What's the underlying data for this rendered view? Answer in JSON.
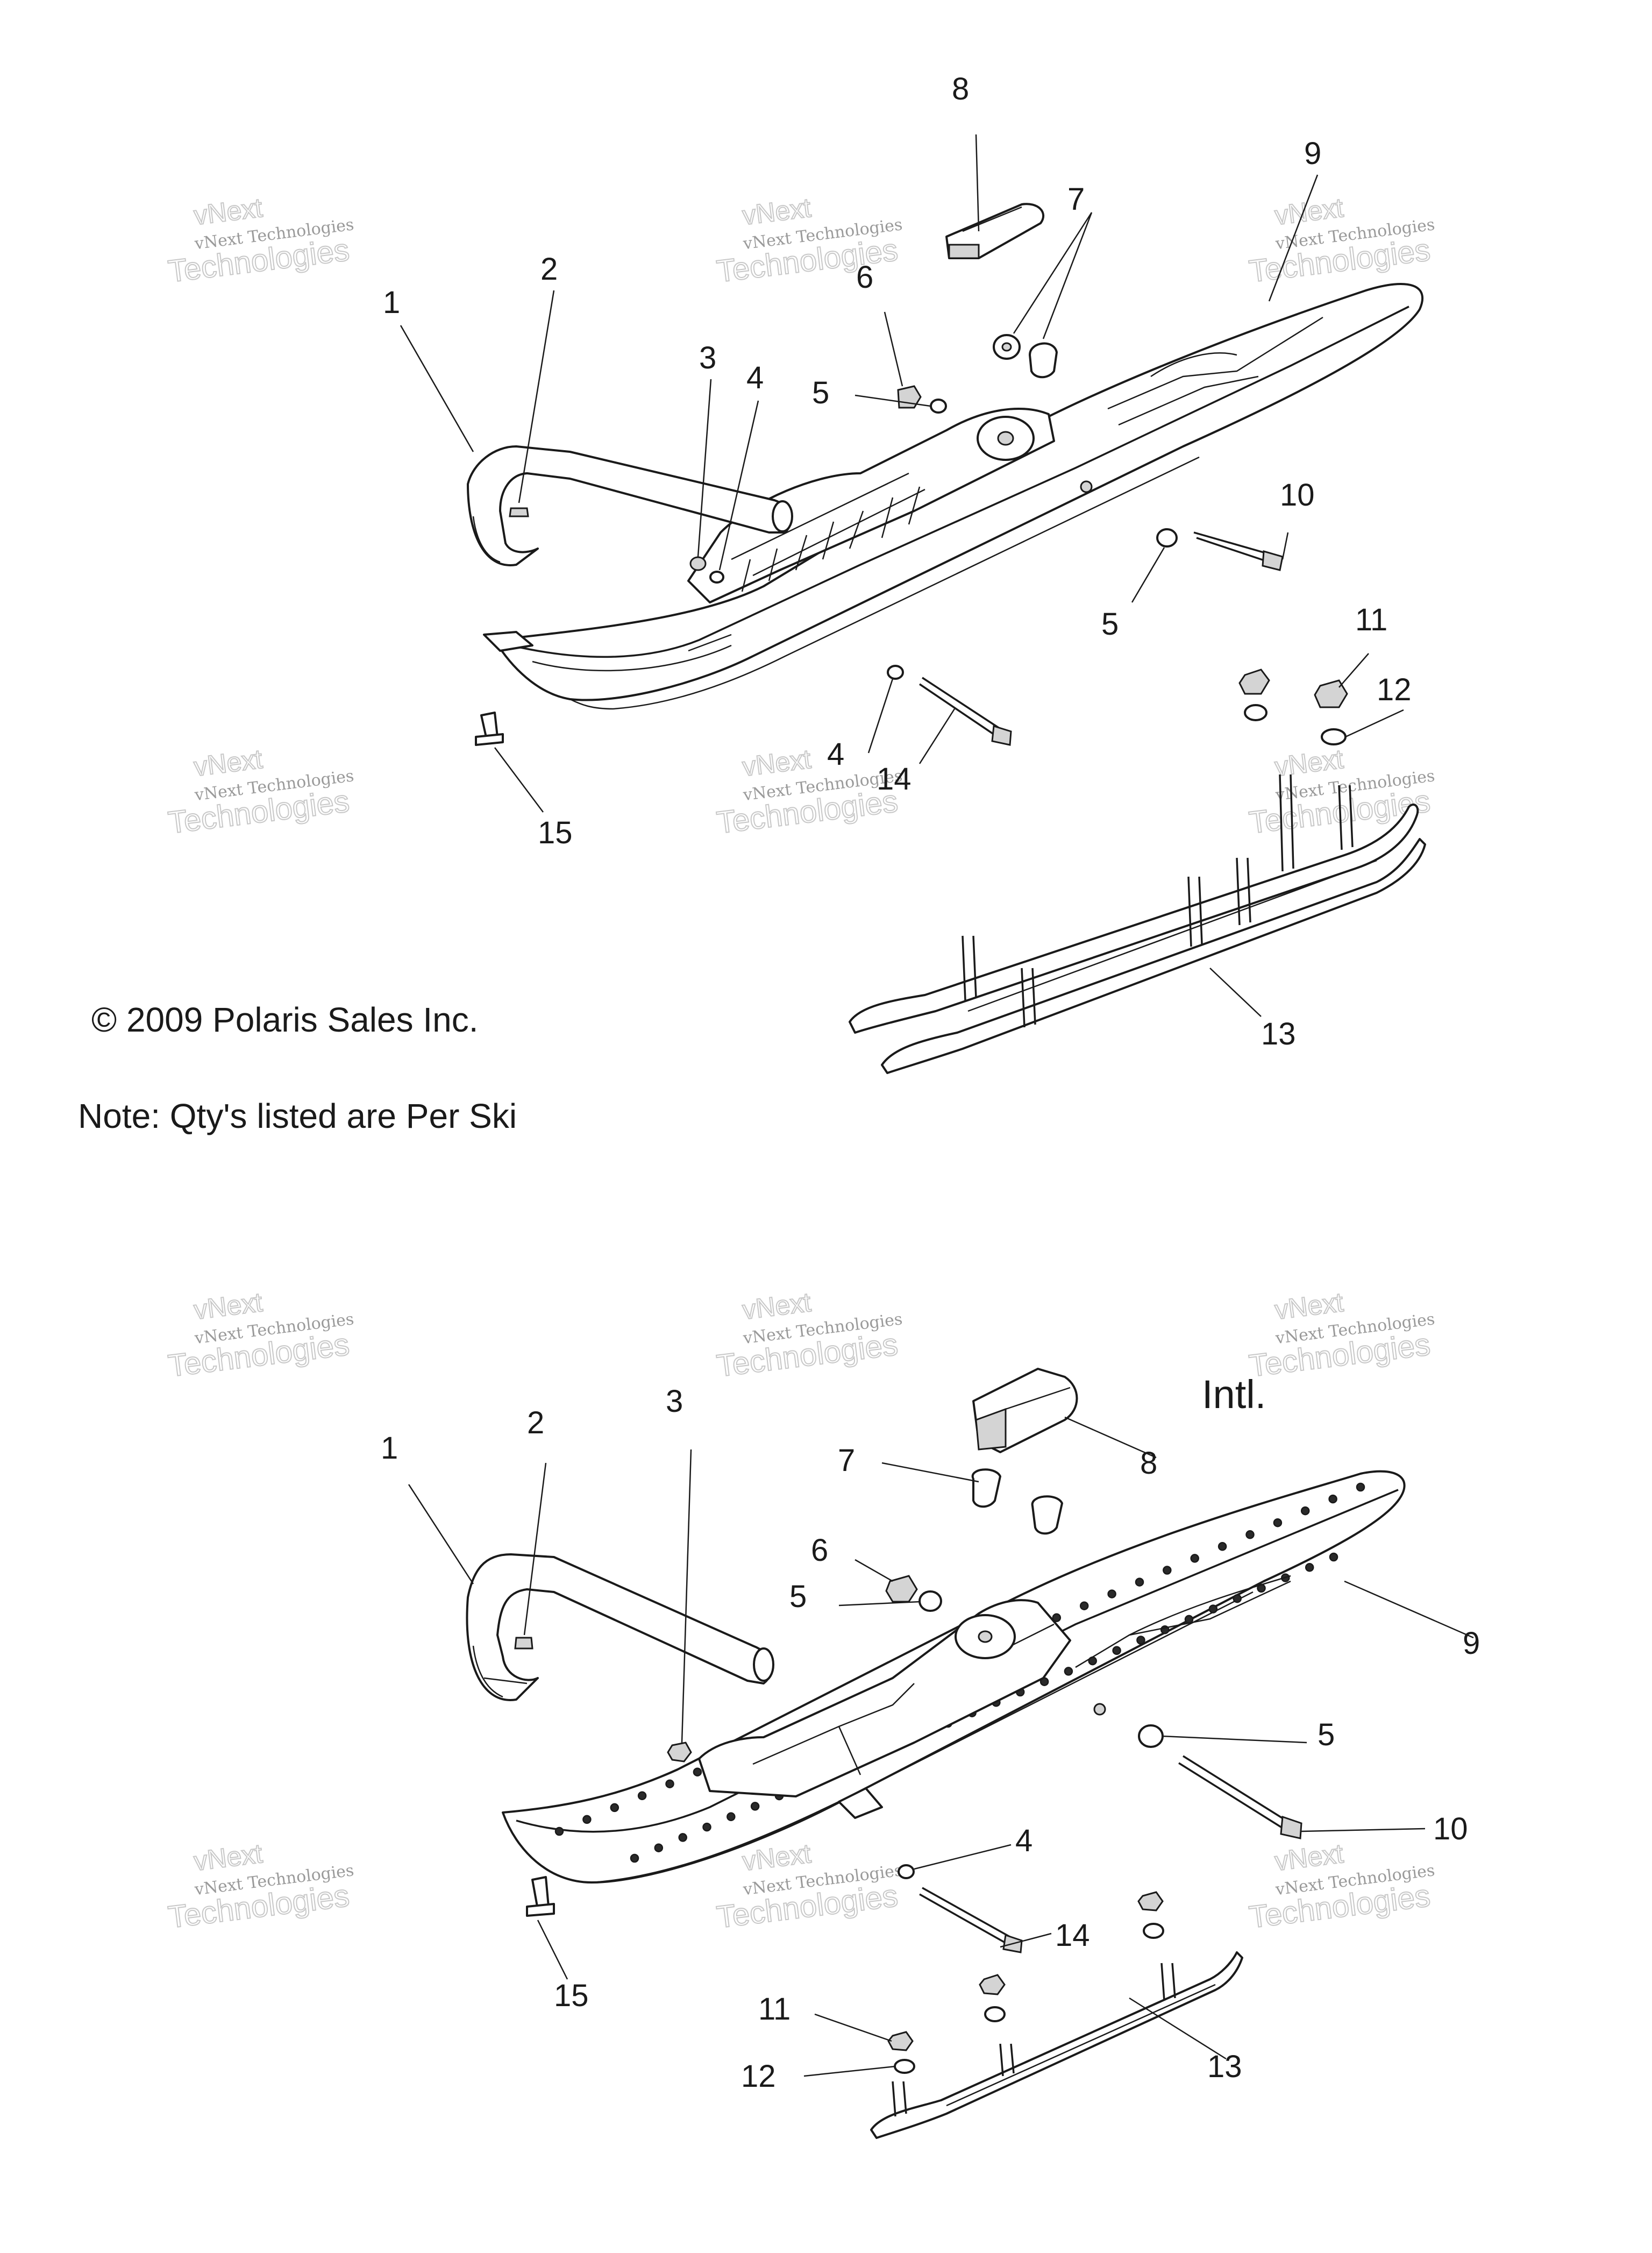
{
  "copyright": "© 2009 Polaris Sales Inc.",
  "note": "Note: Qty's listed are Per Ski",
  "variant_label": "Intl.",
  "watermark": {
    "small": "vNext Technologies",
    "outline_top": "vNext",
    "outline_bottom": "Technologies"
  },
  "top_callouts": [
    "1",
    "2",
    "3",
    "4",
    "5",
    "6",
    "7",
    "8",
    "9",
    "10",
    "5",
    "11",
    "12",
    "4",
    "14",
    "15",
    "13"
  ],
  "bottom_callouts": [
    "1",
    "2",
    "3",
    "7",
    "8",
    "6",
    "5",
    "9",
    "5",
    "10",
    "4",
    "14",
    "11",
    "12",
    "13",
    "15"
  ]
}
